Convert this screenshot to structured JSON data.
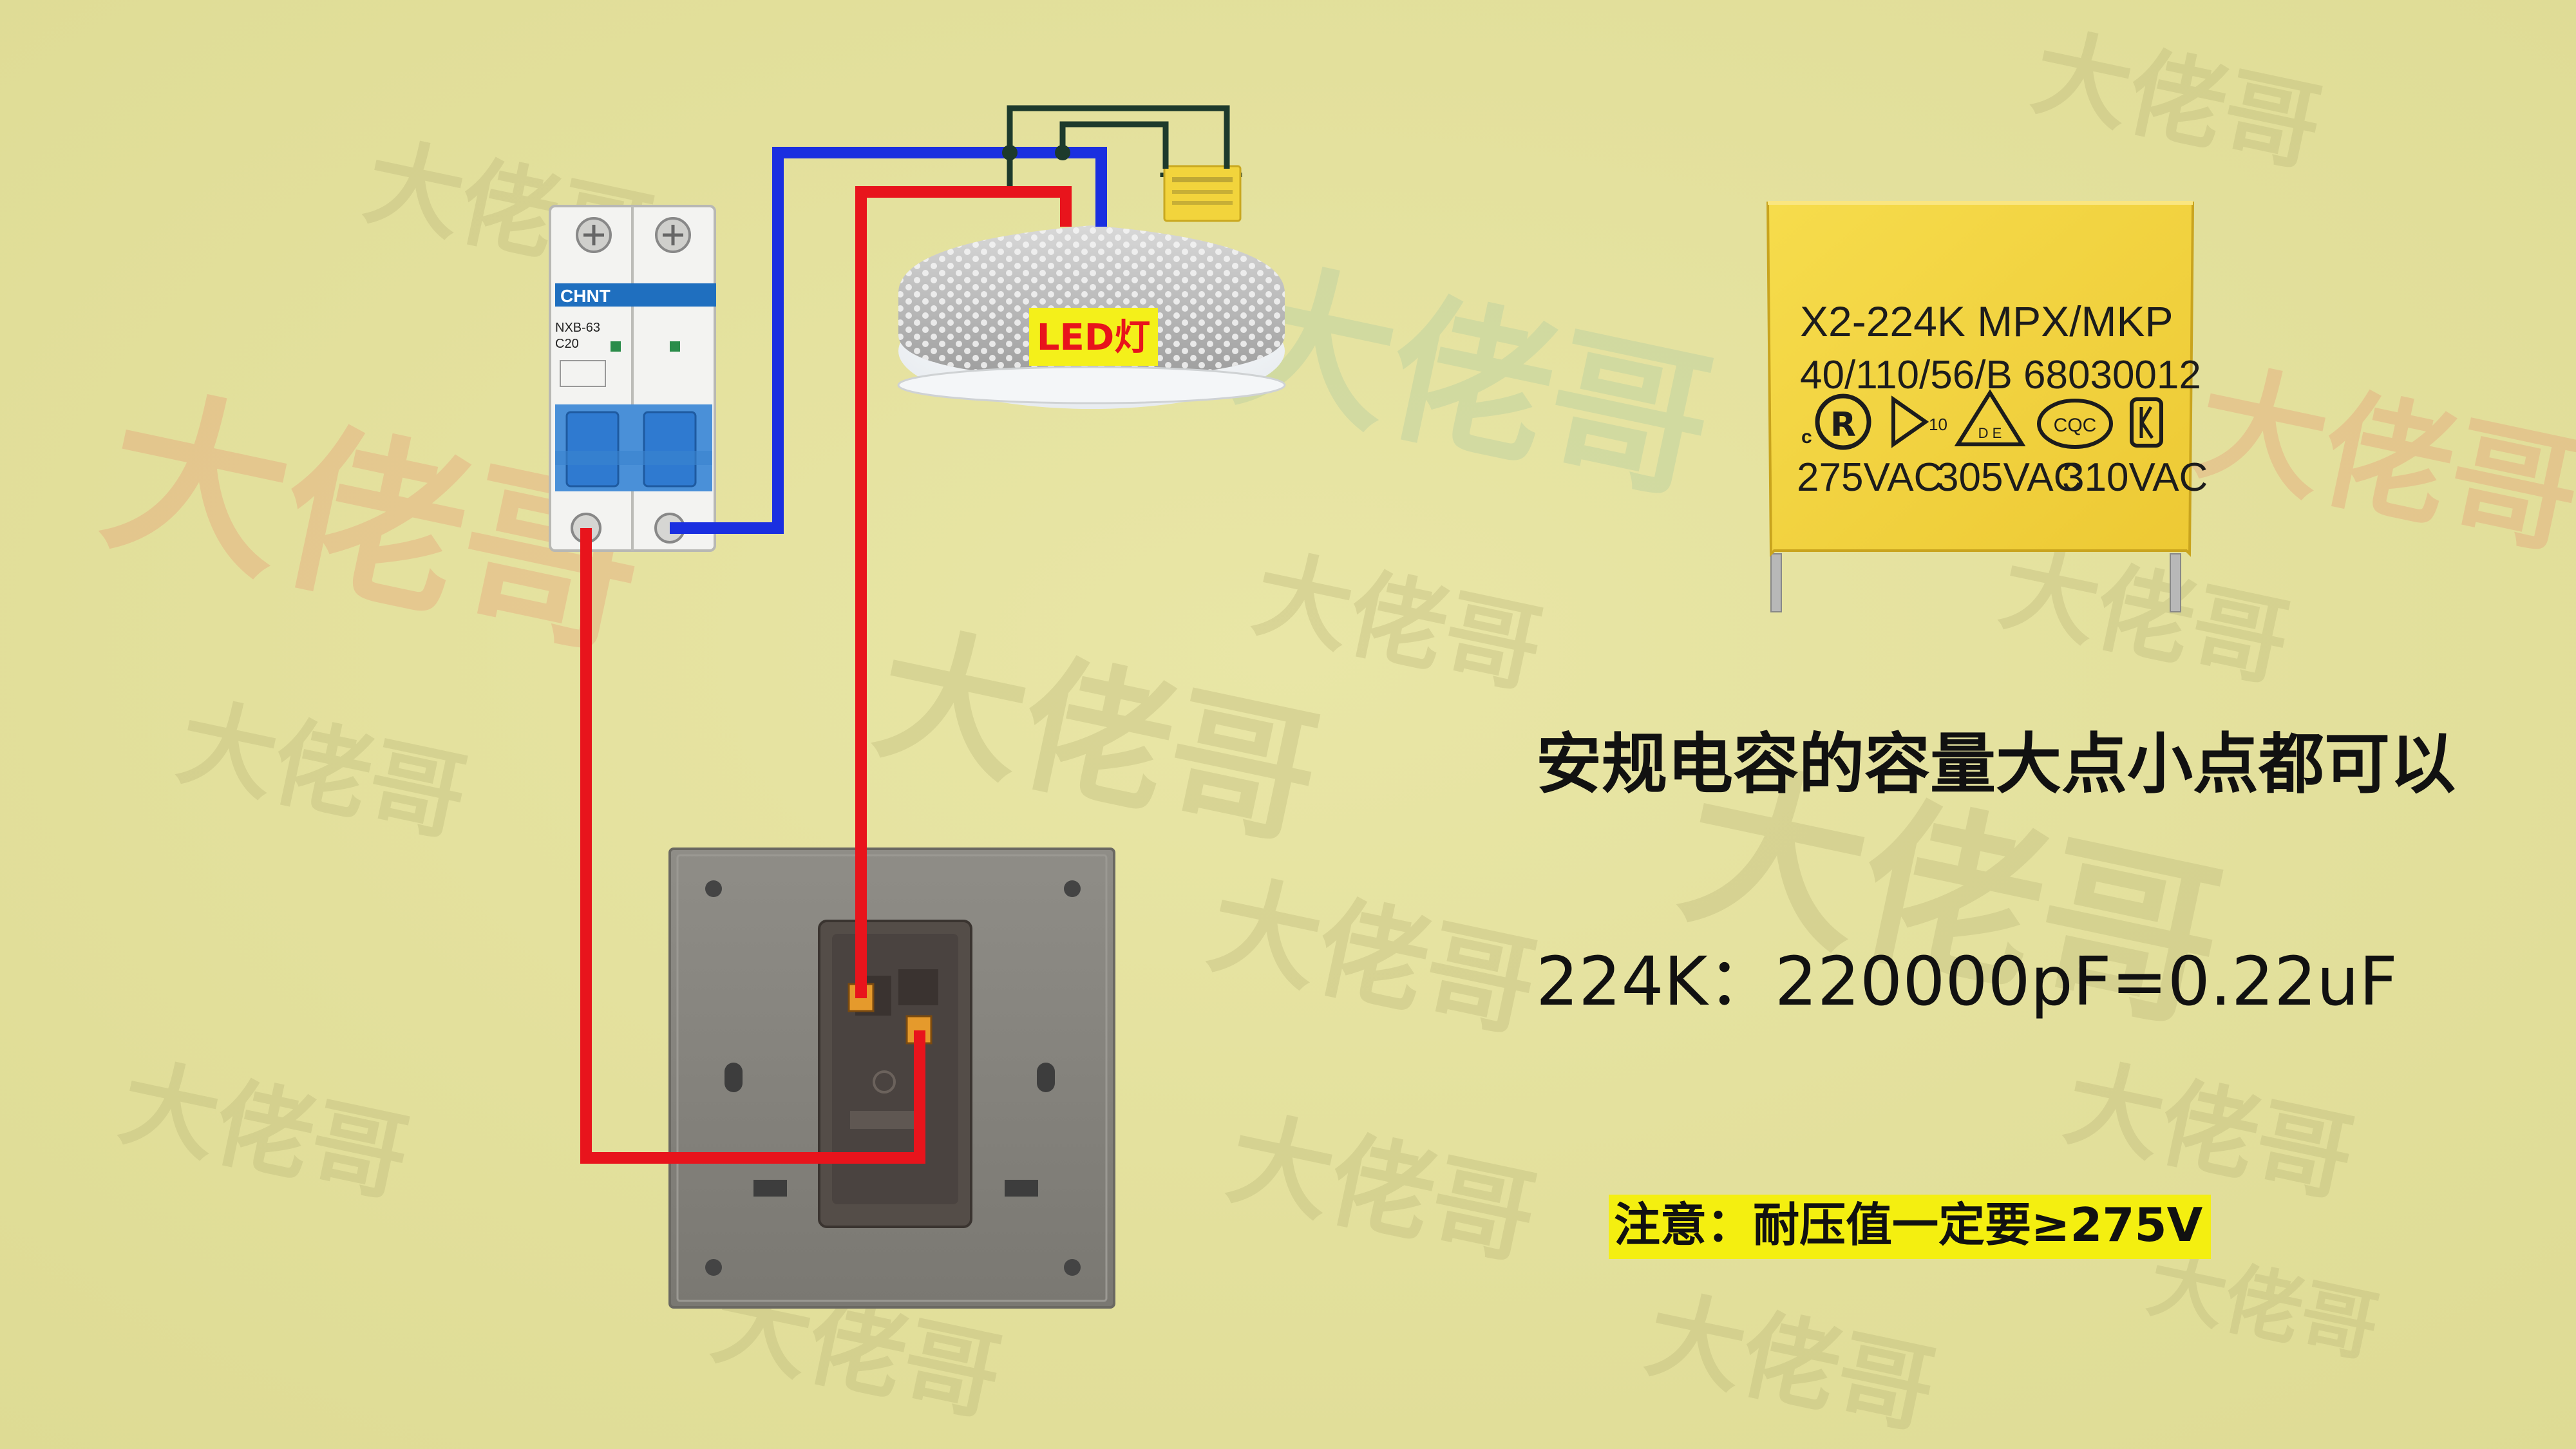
{
  "watermark": {
    "text": "大佬哥"
  },
  "breaker": {
    "brand": "CHNT",
    "model": "NXB-63",
    "rating": "C20"
  },
  "lamp": {
    "label": "LED灯"
  },
  "capacitor": {
    "line1": "X2-224K  MPX/MKP",
    "line2": "40/110/56/B   68030012",
    "voltages": [
      "275VAC",
      "305VAC",
      "310VAC"
    ],
    "marks": [
      "c",
      "10",
      "D E",
      "CQC"
    ]
  },
  "notes": {
    "heading": "安规电容的容量大点小点都可以",
    "formula": "224K：220000pF=0.22uF",
    "warning": "注意：耐压值一定要≥275V"
  },
  "colors": {
    "background": "#e6e3a0",
    "live_wire": "#e8141c",
    "neutral_wire": "#1a2fe0",
    "capacitor_wire": "#1d3a2c",
    "capacitor_body": "#f2d43c",
    "warning_highlight": "#f4ef10",
    "lamp_label_bg": "#f4f01a",
    "lamp_label_text": "#e8141c"
  }
}
